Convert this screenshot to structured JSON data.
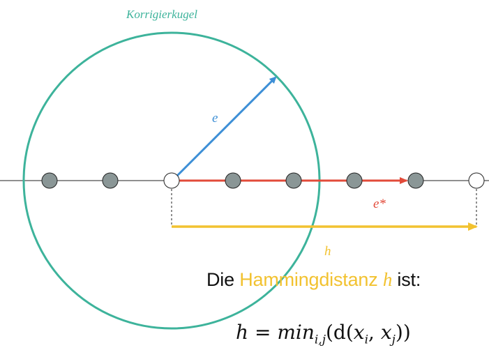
{
  "diagram": {
    "circle_label": "Korrigierkugel",
    "vector_e_label": "e",
    "vector_e_star_label": "e*",
    "distance_label": "h",
    "colors": {
      "circle": "#3db39b",
      "vector_e": "#3d8fd6",
      "vector_e_star": "#e24b3a",
      "distance": "#f2c230",
      "filled_node": "#8a9696",
      "open_node": "#ffffff",
      "axis": "#222222"
    },
    "nodes": [
      {
        "type": "filled"
      },
      {
        "type": "filled"
      },
      {
        "type": "open"
      },
      {
        "type": "filled"
      },
      {
        "type": "filled"
      },
      {
        "type": "filled"
      },
      {
        "type": "filled"
      },
      {
        "type": "open"
      }
    ]
  },
  "statement": {
    "prefix": "Die ",
    "highlight": "Hammingdistanz",
    "variable": "h",
    "suffix": " ist:"
  },
  "formula": {
    "lhs": "h",
    "equals": " = ",
    "func": "min",
    "subscript": "i,j",
    "arg_open": "(d(",
    "x_i": "x",
    "x_i_sub": "i",
    "comma": ", ",
    "x_j": "x",
    "x_j_sub": "j",
    "arg_close": "))"
  }
}
